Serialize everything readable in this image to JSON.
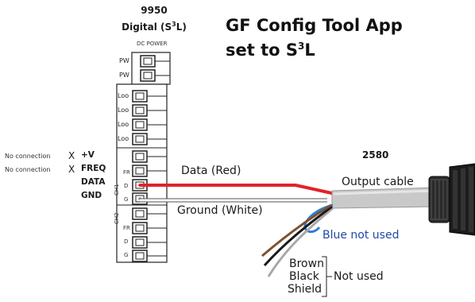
{
  "title": {
    "line1": "GF Config Tool App",
    "line2_prefix": "set to S",
    "line2_sup": "3",
    "line2_suffix": "L"
  },
  "device": {
    "model": "9950",
    "mode_prefix": "Digital (S",
    "mode_sup": "3",
    "mode_suffix": "L)",
    "dc_power_label": "DC POWER",
    "power_labels": [
      "PW",
      "PW"
    ],
    "loop_labels": [
      "Loo",
      "Loo",
      "Loo",
      "Loo"
    ],
    "ch1_label": "CH1",
    "ch2_label": "CH2",
    "ch1_terms": [
      "FR",
      "D",
      "G"
    ],
    "ch2_terms": [
      "FR",
      "D",
      "G"
    ]
  },
  "pins": {
    "v_plus": "+V",
    "freq": "FREQ",
    "data": "DATA",
    "gnd": "GND",
    "no_connection": "No connection",
    "x_mark": "X"
  },
  "sensor": {
    "model": "2580",
    "cable_label": "Output cable"
  },
  "wires": {
    "data_label": "Data (Red)",
    "ground_label": "Ground (White)",
    "blue_label": "Blue not used",
    "brown": "Brown",
    "black": "Black",
    "shield": "Shield",
    "not_used": "Not used"
  },
  "colors": {
    "red_wire": "#e0232a",
    "white_wire": "#ffffff",
    "blue_wire": "#2f7fd6",
    "brown_wire": "#7a5232",
    "black_wire": "#1a1a1a",
    "shield_wire": "#a8a8a8",
    "cable_gray": "#c9c9c9"
  }
}
